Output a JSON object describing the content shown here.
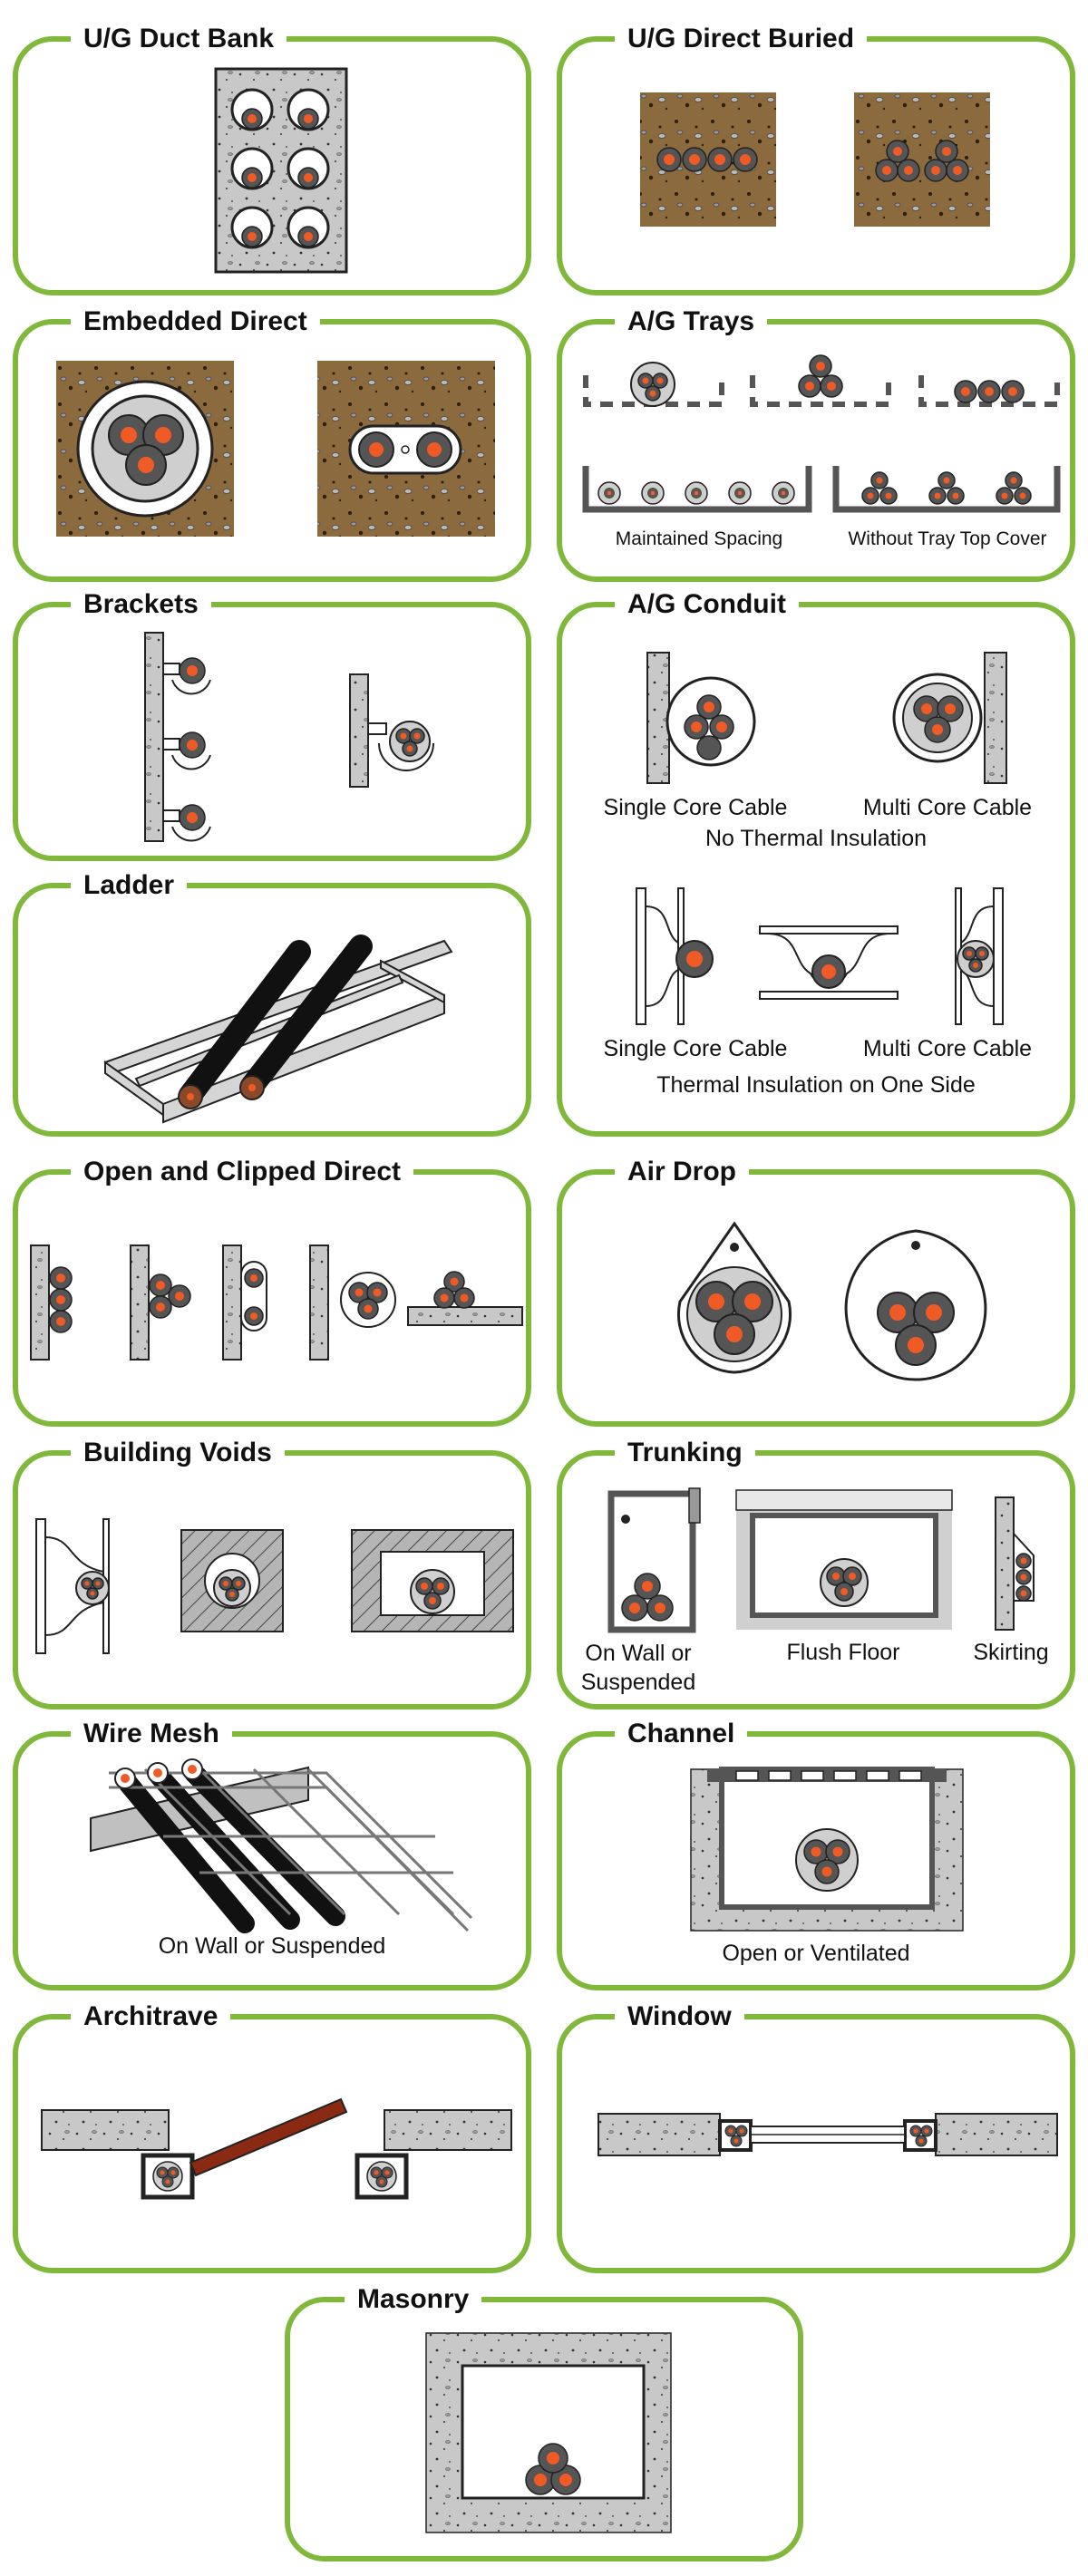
{
  "panels": {
    "ug_duct_bank": {
      "title": "U/G Duct Bank"
    },
    "ug_direct_buried": {
      "title": "U/G Direct Buried"
    },
    "embedded_direct": {
      "title": "Embedded Direct"
    },
    "ag_trays": {
      "title": "A/G Trays",
      "labels": [
        "Maintained Spacing",
        "Without Tray Top Cover"
      ]
    },
    "brackets": {
      "title": "Brackets"
    },
    "ag_conduit": {
      "title": "A/G Conduit",
      "labels": [
        "Single Core Cable",
        "Multi Core Cable",
        "No Thermal Insulation",
        "Single Core Cable",
        "Multi Core Cable",
        "Thermal Insulation on One Side"
      ]
    },
    "ladder": {
      "title": "Ladder"
    },
    "open_clipped": {
      "title": "Open and Clipped Direct"
    },
    "air_drop": {
      "title": "Air Drop"
    },
    "building_voids": {
      "title": "Building Voids"
    },
    "trunking": {
      "title": "Trunking",
      "labels": [
        "On Wall or Suspended",
        "Flush Floor",
        "Skirting"
      ]
    },
    "wire_mesh": {
      "title": "Wire Mesh",
      "labels": [
        "On Wall or Suspended"
      ]
    },
    "channel": {
      "title": "Channel",
      "labels": [
        "Open or Ventilated"
      ]
    },
    "architrave": {
      "title": "Architrave"
    },
    "window": {
      "title": "Window"
    },
    "masonry": {
      "title": "Masonry"
    }
  },
  "colors": {
    "border": "#7fb83a",
    "core": "#f05a24",
    "insulation": "#555555",
    "soil": "#8b6a3e",
    "concrete": "#c8c8c8",
    "sheath": "#cfcfcf"
  }
}
